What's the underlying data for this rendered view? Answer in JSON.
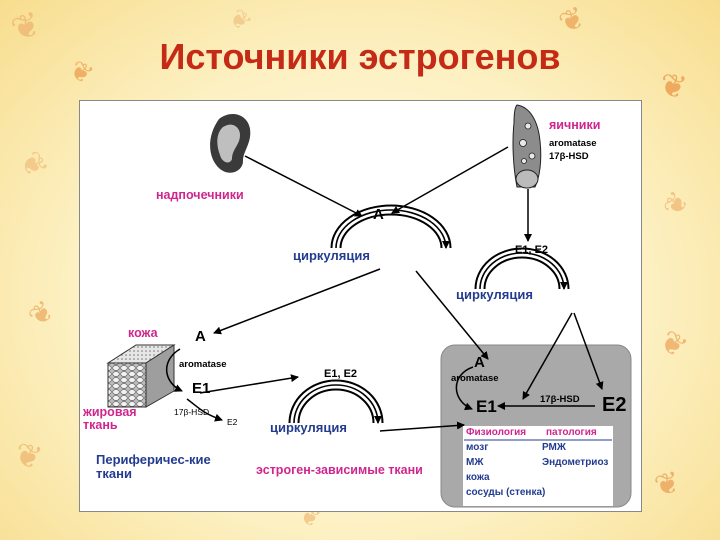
{
  "title": "Источники эстрогенов",
  "diagram": {
    "adrenals": "надпочечники",
    "ovaries": "яичники",
    "ovary_enzyme_1": "aromatase",
    "ovary_enzyme_2": "17β-HSD",
    "circulation_a": "A",
    "circulation": "циркуляция",
    "ovary_circ_sym": "E1, E2",
    "skin": "кожа",
    "periph_a": "A",
    "aromatase": "aromatase",
    "periph_e1": "E1",
    "periph_hsd": "17β-HSD",
    "periph_e2": "E2",
    "fat_tissue": "жировая ткань",
    "peripheral_tissues": "Периферичес-кие ткани",
    "circ3_sym": "E1, E2",
    "estrogen_dependent": "эстроген-зависимые ткани",
    "target_a": "A",
    "target_aromatase": "aromatase",
    "target_hsd": "17β-HSD",
    "target_e1": "E1",
    "target_e2": "E2",
    "physiology": "Физиология",
    "pathology": "патология",
    "physiology_items": [
      "мозг",
      "МЖ",
      "кожа",
      "сосуды (стенка)"
    ],
    "pathology_items": [
      "РМЖ",
      "Эндометриоз"
    ]
  },
  "colors": {
    "title": "#c42a16",
    "magenta": "#d0258e",
    "blue": "#233c8f",
    "target_panel": "#a9a9a9"
  }
}
